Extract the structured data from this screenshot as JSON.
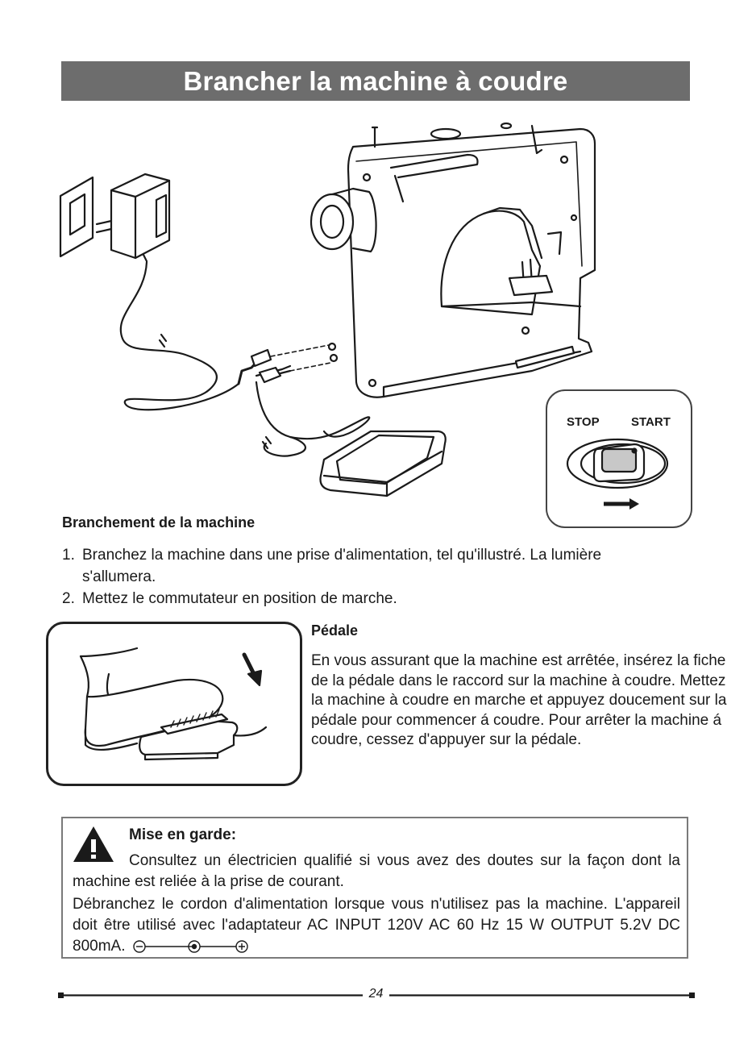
{
  "title": "Brancher la machine à coudre",
  "switch": {
    "stop_label": "STOP",
    "start_label": "START"
  },
  "section": {
    "heading": "Branchement de la machine",
    "steps": [
      {
        "num": "1.",
        "text": "Branchez la machine dans une prise d'alimentation, tel qu'illustré. La lumière s'allumera."
      },
      {
        "num": "2.",
        "text": "Mettez le commutateur en position de marche."
      }
    ]
  },
  "pedale": {
    "heading": "Pédale",
    "text": "En vous assurant que la machine est arrêtée, insérez la fiche de la pédale dans le raccord sur la machine à coudre. Mettez la machine à coudre en marche et appuyez doucement sur la pédale pour commencer á coudre. Pour arrêter la machine á coudre, cessez d'appuyer sur la pédale."
  },
  "warning": {
    "icon": "warning-triangle-icon",
    "title": "Mise en garde:",
    "paragraph1": "Consultez un électricien qualifié si vous avez des doutes sur la façon dont la machine est reliée à la prise de courant.",
    "paragraph2": "Débranchez le cordon d'alimentation lorsque vous n'utilisez pas la machine. L'appareil doit être utilisé avec l'adaptateur AC INPUT 120V AC 60 Hz 15 W OUTPUT 5.2V DC 800mA."
  },
  "page_number": "24"
}
